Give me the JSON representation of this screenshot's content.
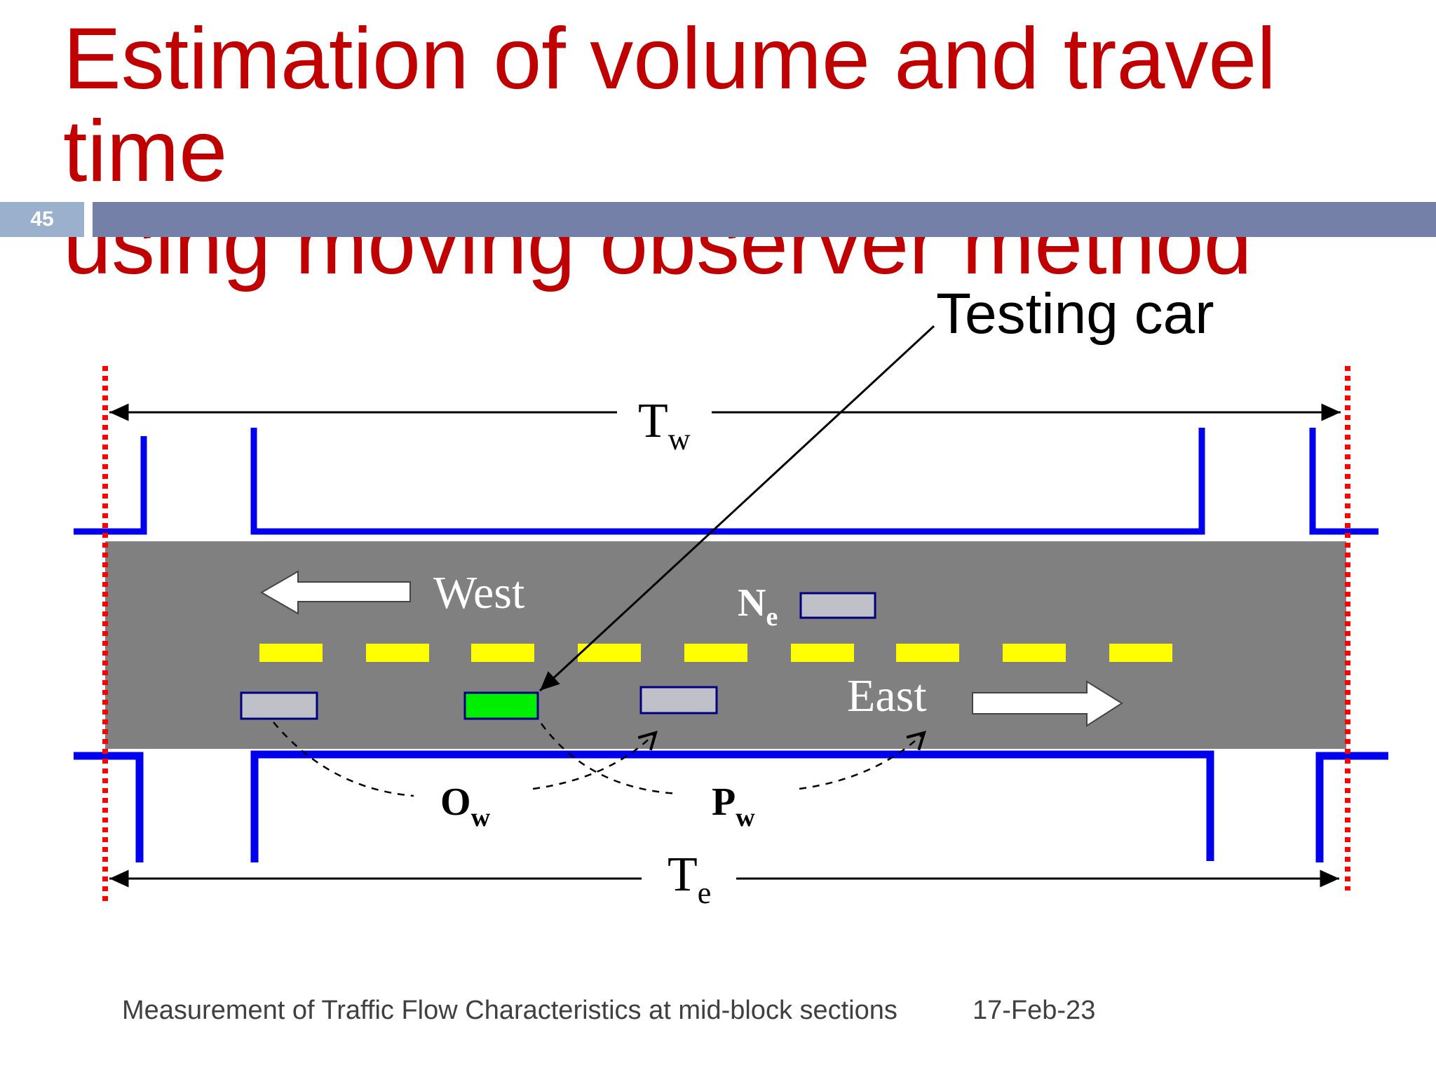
{
  "slide": {
    "title_line1": "Estimation of volume and travel time",
    "title_line2": "using moving observer method",
    "number": "45"
  },
  "diagram": {
    "callout": "Testing car",
    "west_label": "West",
    "east_label": "East",
    "tw": {
      "main": "T",
      "sub": "w"
    },
    "te": {
      "main": "T",
      "sub": "e"
    },
    "ne": {
      "main": "N",
      "sub": "e"
    },
    "ow": {
      "main": "O",
      "sub": "w"
    },
    "pw": {
      "main": "P",
      "sub": "w"
    },
    "colors": {
      "road": "#808080",
      "curb": "#0000ee",
      "lane_marking": "#ffff00",
      "boundary": "#ff0000",
      "testing_car": "#00ee00",
      "other_car": "#c0c0c8",
      "title": "#c00000",
      "title_bar": "#7480a8"
    }
  },
  "footer": {
    "caption": "Measurement of Traffic Flow Characteristics at mid-block sections",
    "date": "17-Feb-23"
  }
}
